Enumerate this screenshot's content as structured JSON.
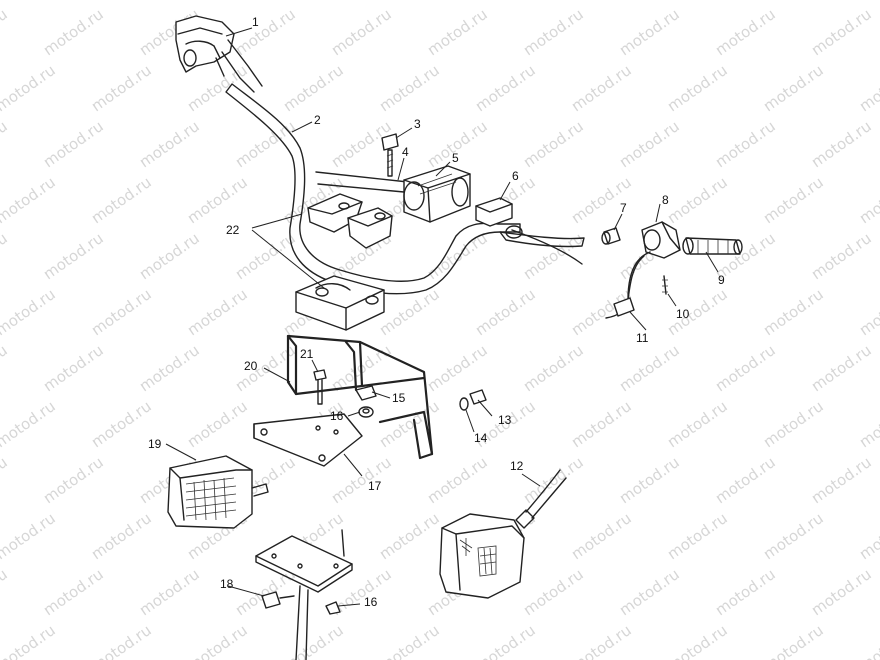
{
  "watermark": {
    "text": "motod.ru"
  },
  "callouts": [
    "1",
    "2",
    "3",
    "4",
    "5",
    "6",
    "7",
    "8",
    "9",
    "10",
    "11",
    "12",
    "13",
    "14",
    "15",
    "16",
    "17",
    "18",
    "19",
    "20",
    "21",
    "22",
    "16"
  ],
  "colors": {
    "ink": "#222222",
    "watermark": "#d6d6d6",
    "background": "#ffffff"
  }
}
